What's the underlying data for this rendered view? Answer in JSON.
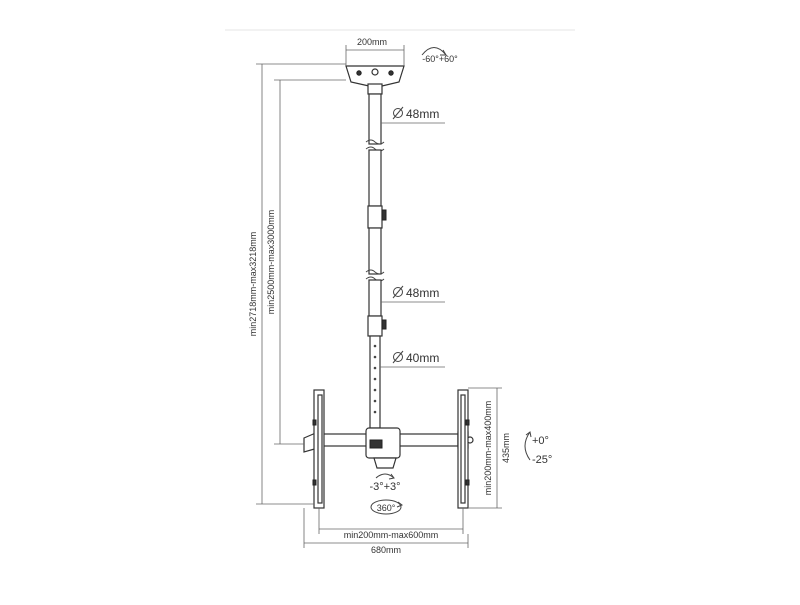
{
  "labels": {
    "plate_width": "200mm",
    "tilt_top": "-60°+60°",
    "tube_upper_dia": "48mm",
    "tube_mid_dia": "48mm",
    "tube_lower_dia": "40mm",
    "overall_height": "min2718mm-max3218mm",
    "pole_height": "min2500mm-max3000mm",
    "vesa_vertical": "min200mm-max400mm",
    "bracket_height": "435mm",
    "tilt_up": "+0°",
    "tilt_down": "-25°",
    "swivel": "-3°+3°",
    "rotation": "360°",
    "vesa_horizontal": "min200mm-max600mm",
    "overall_width": "680mm"
  },
  "colors": {
    "line": "#444444",
    "text": "#333333",
    "background": "#ffffff"
  }
}
